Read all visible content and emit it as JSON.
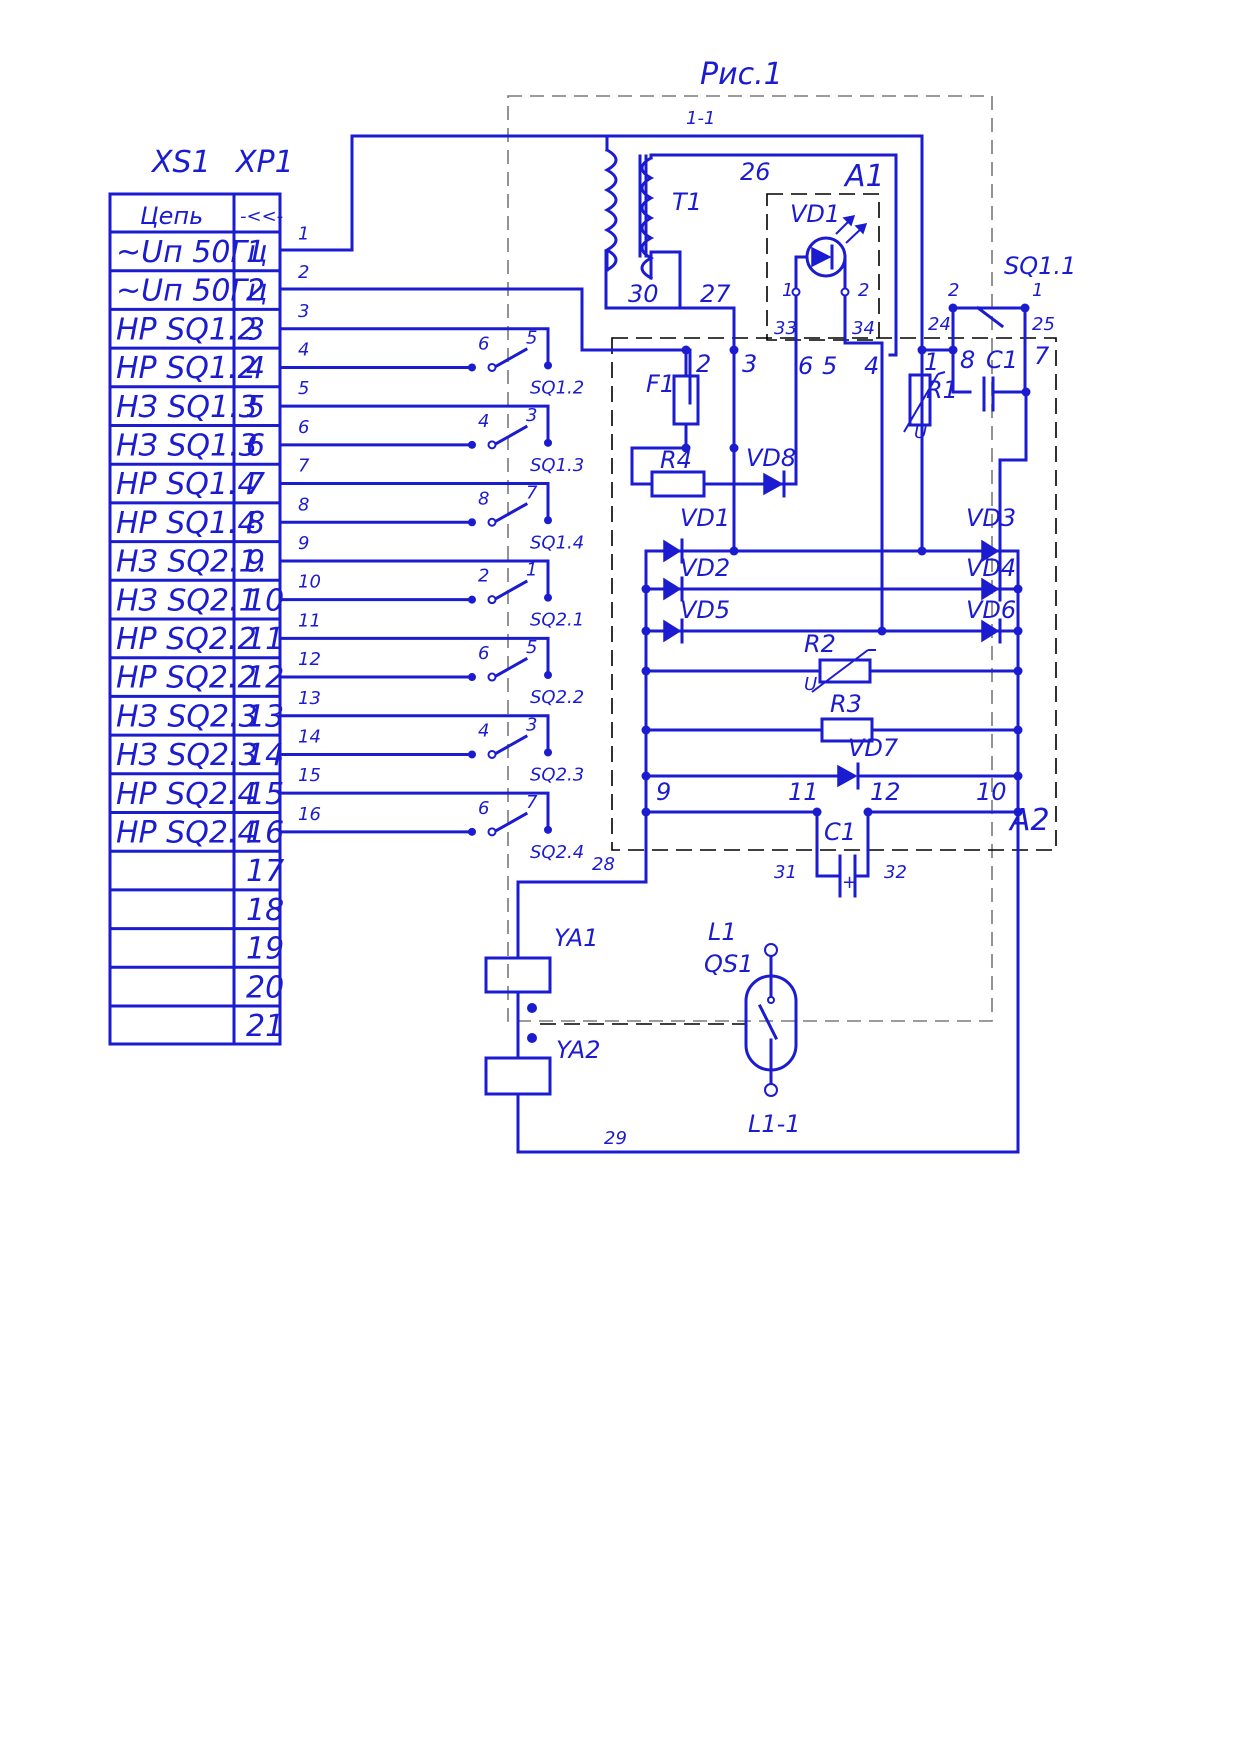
{
  "title": "Рис.1",
  "connector": {
    "xs1": "XS1",
    "xp1": "XP1",
    "header": {
      "circuit": "Цепь",
      "pin_symbol": "-<<-"
    },
    "rows": [
      {
        "circuit": "~Uп 50Гц",
        "pin": "1"
      },
      {
        "circuit": "~Uп 50Гц",
        "pin": "2"
      },
      {
        "circuit": "НР SQ1.2",
        "pin": "3"
      },
      {
        "circuit": "НР SQ1.2",
        "pin": "4"
      },
      {
        "circuit": "НЗ SQ1.3",
        "pin": "5"
      },
      {
        "circuit": "НЗ SQ1.3",
        "pin": "6"
      },
      {
        "circuit": "НР SQ1.4",
        "pin": "7"
      },
      {
        "circuit": "НР SQ1.4",
        "pin": "8"
      },
      {
        "circuit": "НЗ SQ2.1.",
        "pin": "9"
      },
      {
        "circuit": "НЗ SQ2.1",
        "pin": "10"
      },
      {
        "circuit": "НР SQ2.2",
        "pin": "11"
      },
      {
        "circuit": "НР SQ2.2",
        "pin": "12"
      },
      {
        "circuit": "НЗ SQ2.3",
        "pin": "13"
      },
      {
        "circuit": "НЗ SQ2.3",
        "pin": "14"
      },
      {
        "circuit": "НР SQ2.4",
        "pin": "15"
      },
      {
        "circuit": "НР SQ2.4",
        "pin": "16"
      },
      {
        "circuit": "",
        "pin": "17"
      },
      {
        "circuit": "",
        "pin": "18"
      },
      {
        "circuit": "",
        "pin": "19"
      },
      {
        "circuit": "",
        "pin": "20"
      },
      {
        "circuit": "",
        "pin": "21"
      }
    ]
  },
  "switches": [
    {
      "name": "SQ1.2",
      "left": "6",
      "right": "5"
    },
    {
      "name": "SQ1.3",
      "left": "4",
      "right": "3"
    },
    {
      "name": "SQ1.4",
      "left": "8",
      "right": "7"
    },
    {
      "name": "SQ2.1",
      "left": "2",
      "right": "1"
    },
    {
      "name": "SQ2.2",
      "left": "6",
      "right": "5"
    },
    {
      "name": "SQ2.3",
      "left": "4",
      "right": "3"
    },
    {
      "name": "SQ2.4",
      "left": "6",
      "right": "7"
    }
  ],
  "wire_numbers": [
    "1",
    "2",
    "3",
    "4",
    "5",
    "6",
    "7",
    "8",
    "9",
    "10",
    "11",
    "12",
    "13",
    "14",
    "15",
    "16"
  ],
  "labels": {
    "net_1_1": "1-1",
    "t1": "T1",
    "a1": "A1",
    "a2": "A2",
    "vd1_led": "VD1",
    "led_pin1": "1",
    "led_pin2": "2",
    "w26": "26",
    "w30": "30",
    "w27": "27",
    "w33": "33",
    "w34": "34",
    "sq11": "SQ1.1",
    "sq11_pin2": "2",
    "sq11_pin1": "1",
    "w24": "24",
    "w25": "25",
    "f1": "F1",
    "f1_pin": "2",
    "a2_pin3": "3",
    "a2_pin6": "6",
    "a2_pin5": "5",
    "a2_pin4": "4",
    "a2_pin1": "1",
    "a2_pin8": "8",
    "c1_top": "C1",
    "a2_pin7": "7",
    "r1": "R1",
    "u_r1": "U",
    "r4": "R4",
    "vd8": "VD8",
    "vd1": "VD1",
    "vd3": "VD3",
    "vd2": "VD2",
    "vd4": "VD4",
    "vd5": "VD5",
    "vd6": "VD6",
    "r2": "R2",
    "u_r2": "U",
    "r3": "R3",
    "vd7": "VD7",
    "a2_pin9": "9",
    "a2_pin11": "11",
    "a2_pin12": "12",
    "a2_pin10": "10",
    "c1": "C1",
    "w31": "31",
    "w32": "32",
    "w28": "28",
    "ya1": "YA1",
    "ya2": "YA2",
    "l1": "L1",
    "qs1": "QS1",
    "l1_1": "L1-1",
    "w29": "29",
    "plus": "+"
  },
  "colors": {
    "wire": "#1b1bd0",
    "frame": "#7a7a7a",
    "ink": "#000000"
  }
}
